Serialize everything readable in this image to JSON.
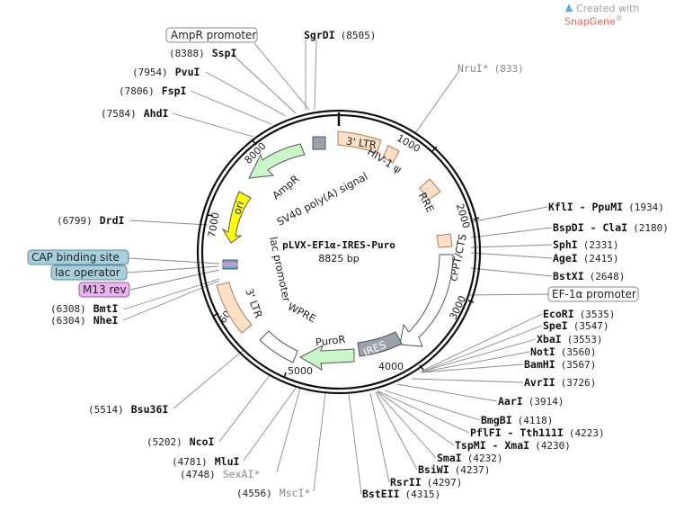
{
  "brand": {
    "prefix": "Created with ",
    "name": "SnapGene",
    "mark": "®"
  },
  "plasmid": {
    "name": "pLVX-EF1α-IRES-Puro",
    "length": "8825 bp"
  },
  "ticks": [
    "1000",
    "2000",
    "3000",
    "4000",
    "5000",
    "6000",
    "7000",
    "8000"
  ],
  "features": {
    "ltr3_top": "3' LTR",
    "hiv_psi": "HIV-1 ψ",
    "rre": "RRE",
    "cppt": "cPPT/CTS",
    "ires": "IRES",
    "puror": "PuroR",
    "wpre": "WPRE",
    "ltr3_left": "3' LTR",
    "lac_promoter": "lac promoter",
    "ori": "ori",
    "ampr": "AmpR",
    "sv40": "SV40 poly(A) signal"
  },
  "boxed_labels": {
    "ampr_promoter": "AmpR promoter",
    "ef1a_promoter": "EF-1α promoter",
    "cap_site": "CAP binding site",
    "lac_operator": "lac operator",
    "m13_rev": "M13 rev"
  },
  "sites": {
    "sgrdi": {
      "name": "SgrDI",
      "pos": "(8505)"
    },
    "nrui": {
      "name": "NruI*",
      "pos": "(833)"
    },
    "sspi": {
      "name": "SspI",
      "pos": "(8388)"
    },
    "pvui": {
      "name": "PvuI",
      "pos": "(7954)"
    },
    "fspi": {
      "name": "FspI",
      "pos": "(7806)"
    },
    "ahdi": {
      "name": "AhdI",
      "pos": "(7584)"
    },
    "drdi": {
      "name": "DrdI",
      "pos": "(6799)"
    },
    "bmti": {
      "name": "BmtI",
      "pos": "(6308)"
    },
    "nhei": {
      "name": "NheI",
      "pos": "(6304)"
    },
    "bsu36i": {
      "name": "Bsu36I",
      "pos": "(5514)"
    },
    "ncoi": {
      "name": "NcoI",
      "pos": "(5202)"
    },
    "mlui": {
      "name": "MluI",
      "pos": "(4781)"
    },
    "sexai": {
      "name": "SexAI*",
      "pos": "(4748)"
    },
    "msci": {
      "name": "MscI*",
      "pos": "(4556)"
    },
    "kfli": {
      "name": "KflI - PpuMI",
      "pos": "(1934)"
    },
    "bspdi": {
      "name": "BspDI - ClaI",
      "pos": "(2180)"
    },
    "sphi": {
      "name": "SphI",
      "pos": "(2331)"
    },
    "agei": {
      "name": "AgeI",
      "pos": "(2415)"
    },
    "bstxi": {
      "name": "BstXI",
      "pos": "(2648)"
    },
    "ecori": {
      "name": "EcoRI",
      "pos": "(3535)"
    },
    "spei": {
      "name": "SpeI",
      "pos": "(3547)"
    },
    "xbai": {
      "name": "XbaI",
      "pos": "(3553)"
    },
    "noti": {
      "name": "NotI",
      "pos": "(3560)"
    },
    "bamhi": {
      "name": "BamHI",
      "pos": "(3567)"
    },
    "avrii": {
      "name": "AvrII",
      "pos": "(3726)"
    },
    "aari": {
      "name": "AarI",
      "pos": "(3914)"
    },
    "bmgbi": {
      "name": "BmgBI",
      "pos": "(4118)"
    },
    "pflfi": {
      "name": "PflFI - Tth111I",
      "pos": "(4223)"
    },
    "tspmi": {
      "name": "TspMI - XmaI",
      "pos": "(4230)"
    },
    "smai": {
      "name": "SmaI",
      "pos": "(4232)"
    },
    "bsiwi": {
      "name": "BsiWI",
      "pos": "(4237)"
    },
    "rsrii": {
      "name": "RsrII",
      "pos": "(4297)"
    },
    "bsteii": {
      "name": "BstEII",
      "pos": "(4315)"
    }
  },
  "colors": {
    "ltr": "#fde0c5",
    "ltr_stroke": "#c8906a",
    "ampr": "#c9f5c9",
    "ori": "#ffff00",
    "ires": "#9aa3ad",
    "puror": "#c9f5c9",
    "backbone": "#111111",
    "leader": "#888888",
    "box_blue": "#a8d0dc",
    "box_purple": "#e9b3ee"
  }
}
